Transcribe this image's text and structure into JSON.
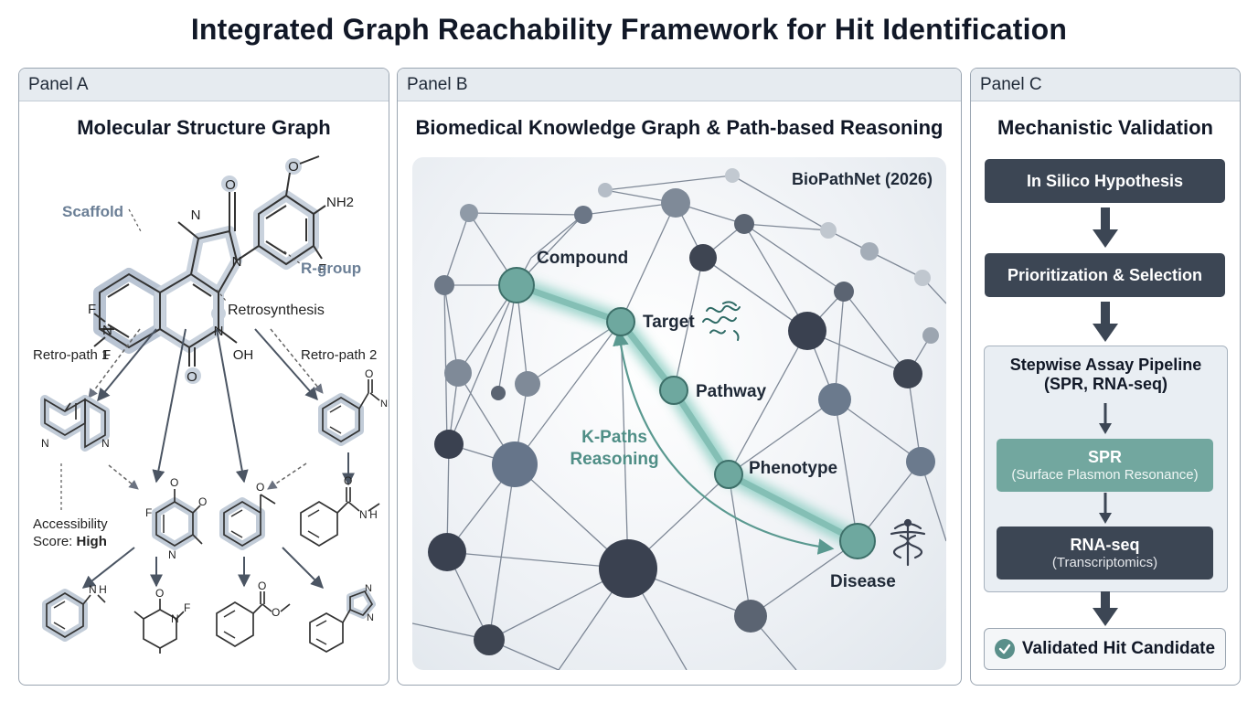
{
  "title": "Integrated Graph Reachability Framework for Hit Identification",
  "panel_a": {
    "header": "Panel A",
    "title": "Molecular Structure Graph",
    "labels": {
      "scaffold": "Scaffold",
      "r_group": "R-group",
      "retrosynthesis": "Retrosynthesis",
      "retro_path_1": "Retro-path 1",
      "retro_path_2": "Retro-path 2",
      "accessibility": "Accessibility",
      "score_label": "Score: ",
      "score_value": "High"
    },
    "atoms": {
      "o": "O",
      "n": "N",
      "nh2": "NH2",
      "f": "F",
      "oh": "OH",
      "nh": "N H"
    }
  },
  "panel_b": {
    "header": "Panel B",
    "title": "Biomedical Knowledge Graph & Path-based Reasoning",
    "source": "BioPathNet (2026)",
    "path_nodes": [
      "Compound",
      "Target",
      "Pathway",
      "Phenotype",
      "Disease"
    ],
    "reasoning_label_line1": "K-Paths",
    "reasoning_label_line2": "Reasoning",
    "colors": {
      "highlight": "#5a9990",
      "node_dark": "#3a4150",
      "node_mid": "#6b7a8d"
    }
  },
  "panel_c": {
    "header": "Panel C",
    "title": "Mechanistic Validation",
    "steps": [
      "In Silico Hypothesis",
      "Prioritization & Selection"
    ],
    "pipeline": {
      "title_line1": "Stepwise Assay Pipeline",
      "title_line2": "(SPR, RNA-seq)",
      "assays": [
        {
          "name": "SPR",
          "sub": "(Surface Plasmon Resonance)"
        },
        {
          "name": "RNA-seq",
          "sub": "(Transcriptomics)"
        }
      ]
    },
    "final": "Validated Hit Candidate",
    "colors": {
      "dark_box": "#3c4654",
      "teal_box": "#72a79f",
      "check": "#5a8f8a"
    }
  }
}
